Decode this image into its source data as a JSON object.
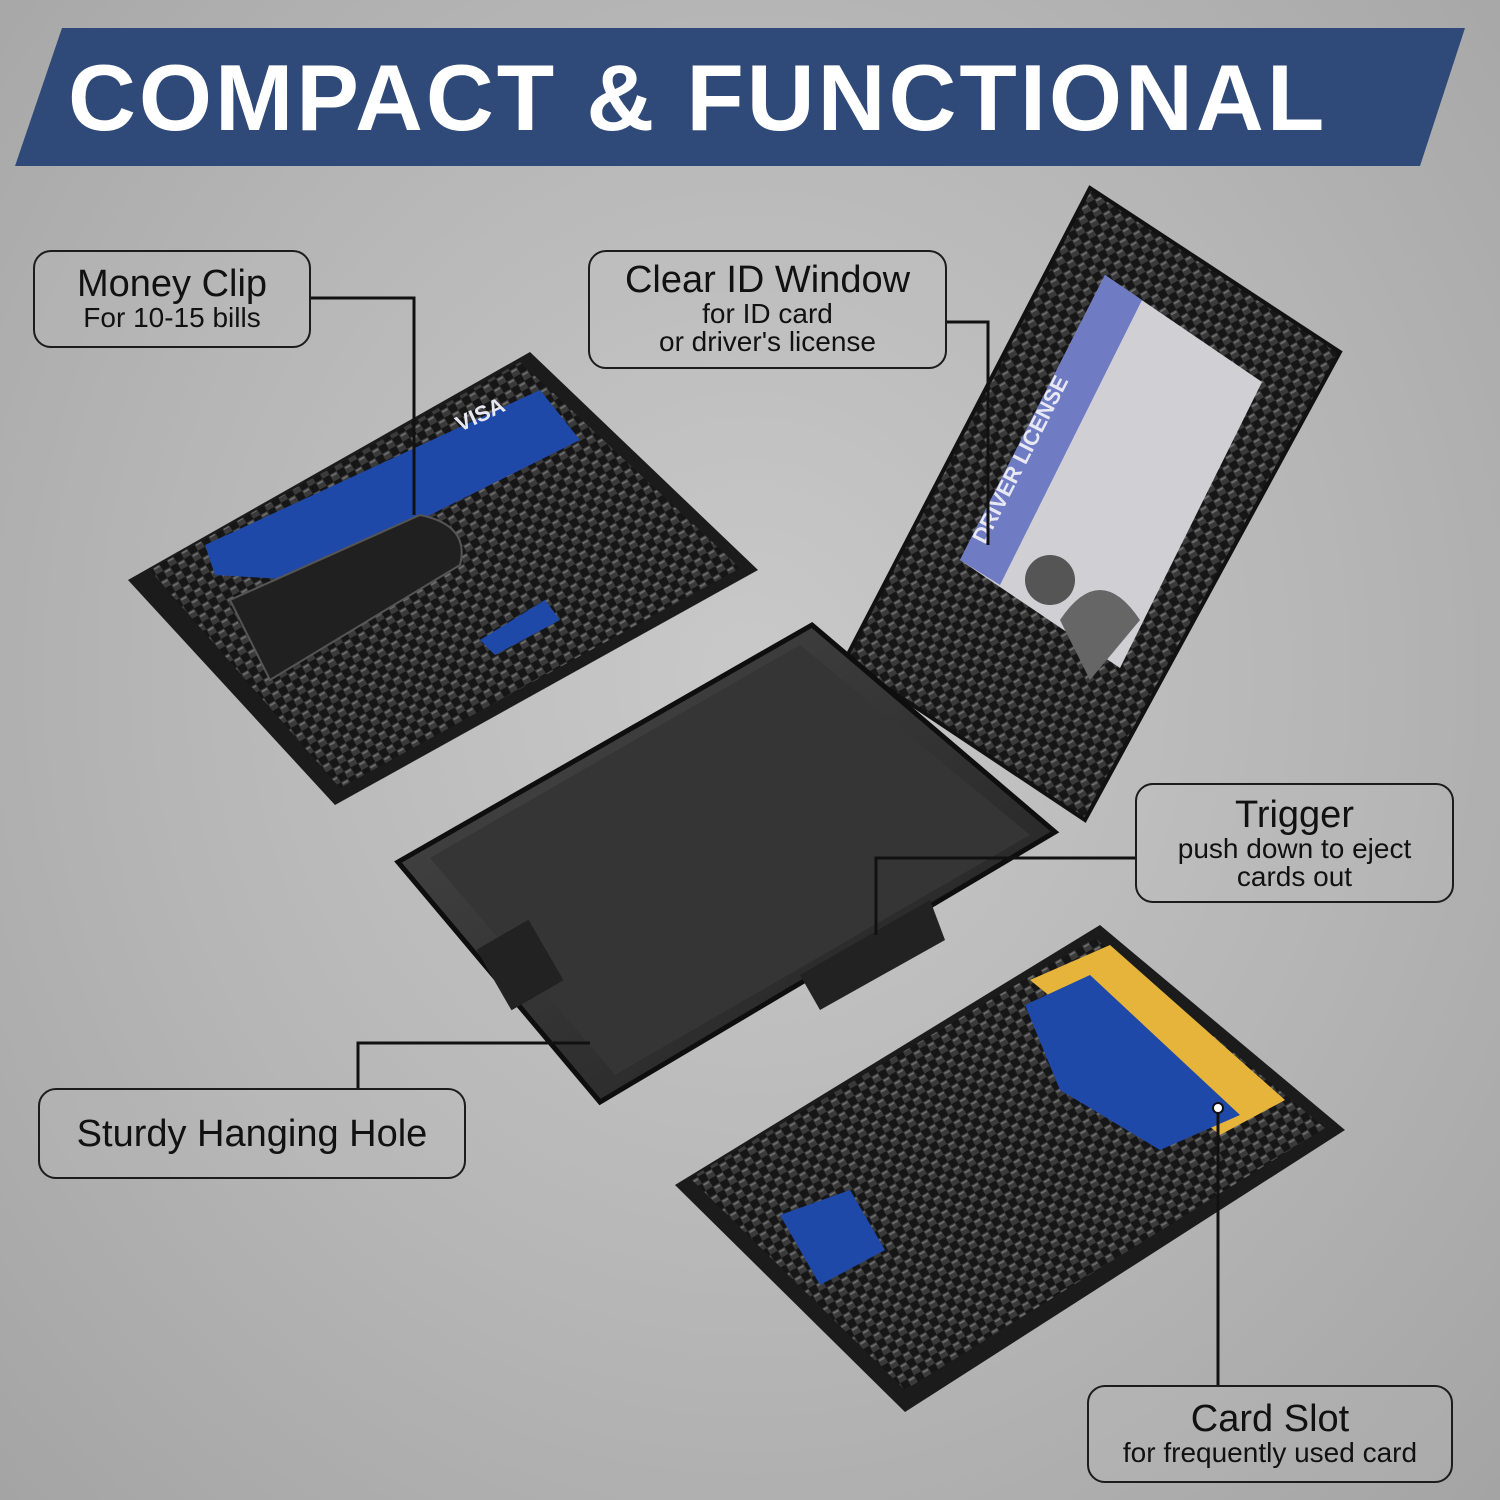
{
  "headline": "COMPACT & FUNCTIONAL",
  "colors": {
    "banner": "#2f4a78",
    "background": "#bdbdbd",
    "carbon": "#1a1a1a",
    "card_blue": "#1f49a8",
    "id_card": "#6f7bc2",
    "gold_card": "#e6b43a"
  },
  "callouts": [
    {
      "title": "Money Clip",
      "subtitle": [
        "For 10-15 bills"
      ]
    },
    {
      "title": "Clear ID Window",
      "subtitle": [
        "for ID card",
        "or driver's license"
      ]
    },
    {
      "title": "Trigger",
      "subtitle": [
        "push down to eject",
        "cards out"
      ]
    },
    {
      "title": "Sturdy Hanging Hole",
      "subtitle": []
    },
    {
      "title": "Card Slot",
      "subtitle": [
        "for frequently used card"
      ]
    }
  ],
  "product_print": {
    "id_card_text": "DRIVER LICENSE",
    "card_brand": "VISA"
  }
}
